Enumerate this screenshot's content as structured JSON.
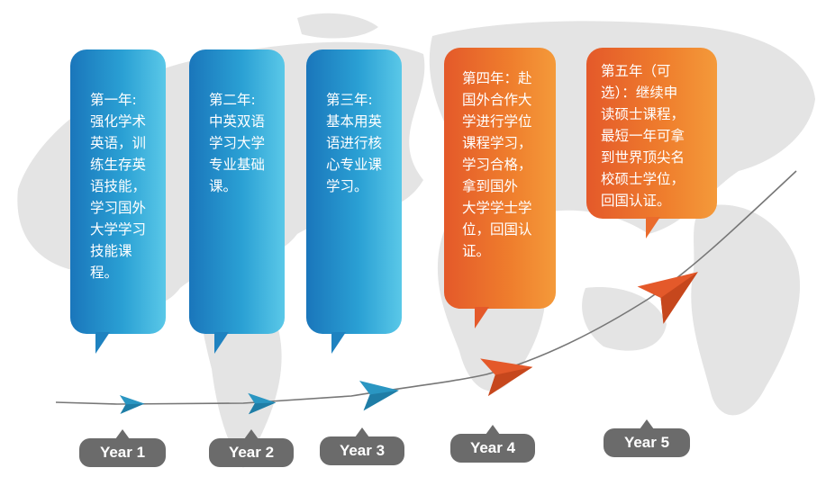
{
  "colors": {
    "blue": "#2aa0d4",
    "orange": "#ef7e2d",
    "map": "#e4e4e4",
    "pill": "#6b6b6b",
    "path": "#777777"
  },
  "icons": [
    "world-map-icon",
    "paper-plane-icon"
  ],
  "steps": [
    {
      "text": "第一年:\n强化学术\n英语，训\n练生存英\n语技能，\n学习国外\n大学学习\n技能课\n程。",
      "year": "Year 1"
    },
    {
      "text": "第二年:\n中英双语\n学习大学\n专业基础\n课。",
      "year": "Year 2"
    },
    {
      "text": "第三年:\n基本用英\n语进行核\n心专业课\n学习。",
      "year": "Year 3"
    },
    {
      "text": "第四年：赴\n国外合作大\n学进行学位\n课程学习，\n学习合格，\n拿到国外\n大学学士学\n位，回国认\n证。",
      "year": "Year 4"
    },
    {
      "text": "第五年（可\n选）：继续申\n读硕士课程，\n最短一年可拿\n到世界顶尖名\n校硕士学位，\n回国认证。",
      "year": "Year 5"
    }
  ]
}
